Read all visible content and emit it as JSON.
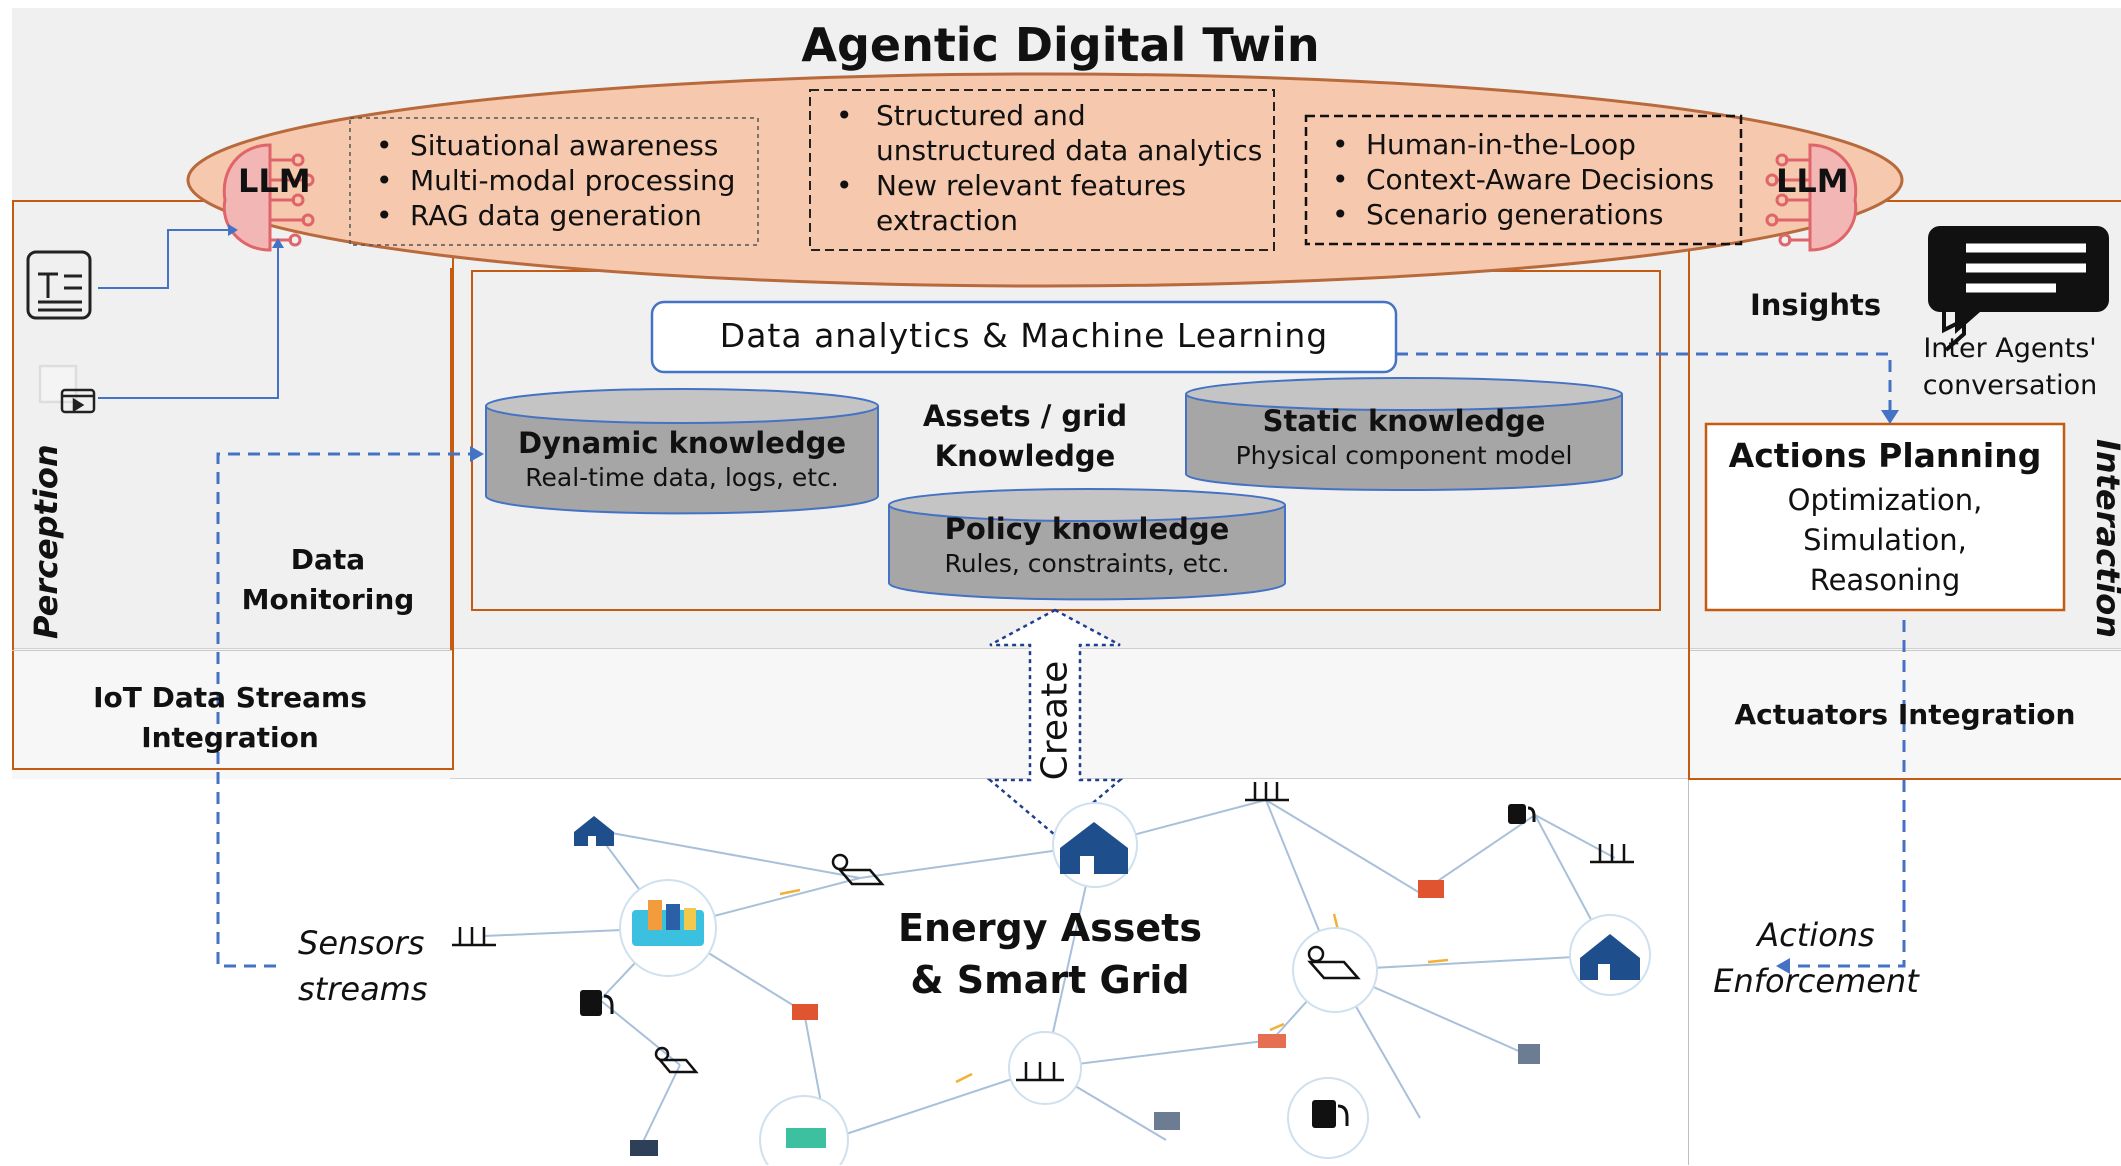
{
  "title": "Agentic Digital Twin",
  "llm_label": "LLM",
  "top_groups": [
    [
      "Situational awareness",
      "Multi-modal processing",
      "RAG data generation"
    ],
    [
      "Structured and",
      "unstructured data analytics",
      "New relevant features",
      "extraction"
    ],
    [
      "Human-in-the-Loop",
      "Context-Aware Decisions",
      "Scenario generations"
    ]
  ],
  "perception": {
    "label": "Perception",
    "monitoring": "Data\nMonitoring",
    "iot": "IoT Data Streams\nIntegration"
  },
  "center": {
    "analytics": "Data analytics & Machine Learning",
    "assets": "Assets / grid\nKnowledge",
    "dynamic": {
      "title": "Dynamic knowledge",
      "subtitle": "Real-time data, logs, etc."
    },
    "static": {
      "title": "Static knowledge",
      "subtitle": "Physical component  model"
    },
    "policy": {
      "title": "Policy knowledge",
      "subtitle": "Rules, constraints, etc."
    },
    "create": "Create"
  },
  "interaction": {
    "label": "Interaction",
    "insights": "Insights",
    "agents": "Inter Agents'\nconversation",
    "planning_title": "Actions Planning",
    "planning_body": "Optimization,\nSimulation,\nReasoning",
    "actuators": "Actuators Integration"
  },
  "bottom": {
    "grid_title": "Energy Assets\n& Smart Grid",
    "sensors": "Sensors\nstreams",
    "enforcement": "Actions\nEnforcement"
  },
  "colors": {
    "ellipse_fill": "#f6c8ad",
    "ellipse_stroke": "#b86a3c",
    "box_orange": "#c55a11",
    "blue": "#4472c4",
    "cylinder": "#a6a6a6",
    "band_gray": "#f0f0f0"
  },
  "icons": [
    "document-icon",
    "video-icon",
    "brain-circuit-icon",
    "chat-bubbles-icon",
    "house-icon",
    "solar-panel-icon",
    "wind-turbine-icon",
    "ev-charger-icon",
    "building-icon"
  ]
}
